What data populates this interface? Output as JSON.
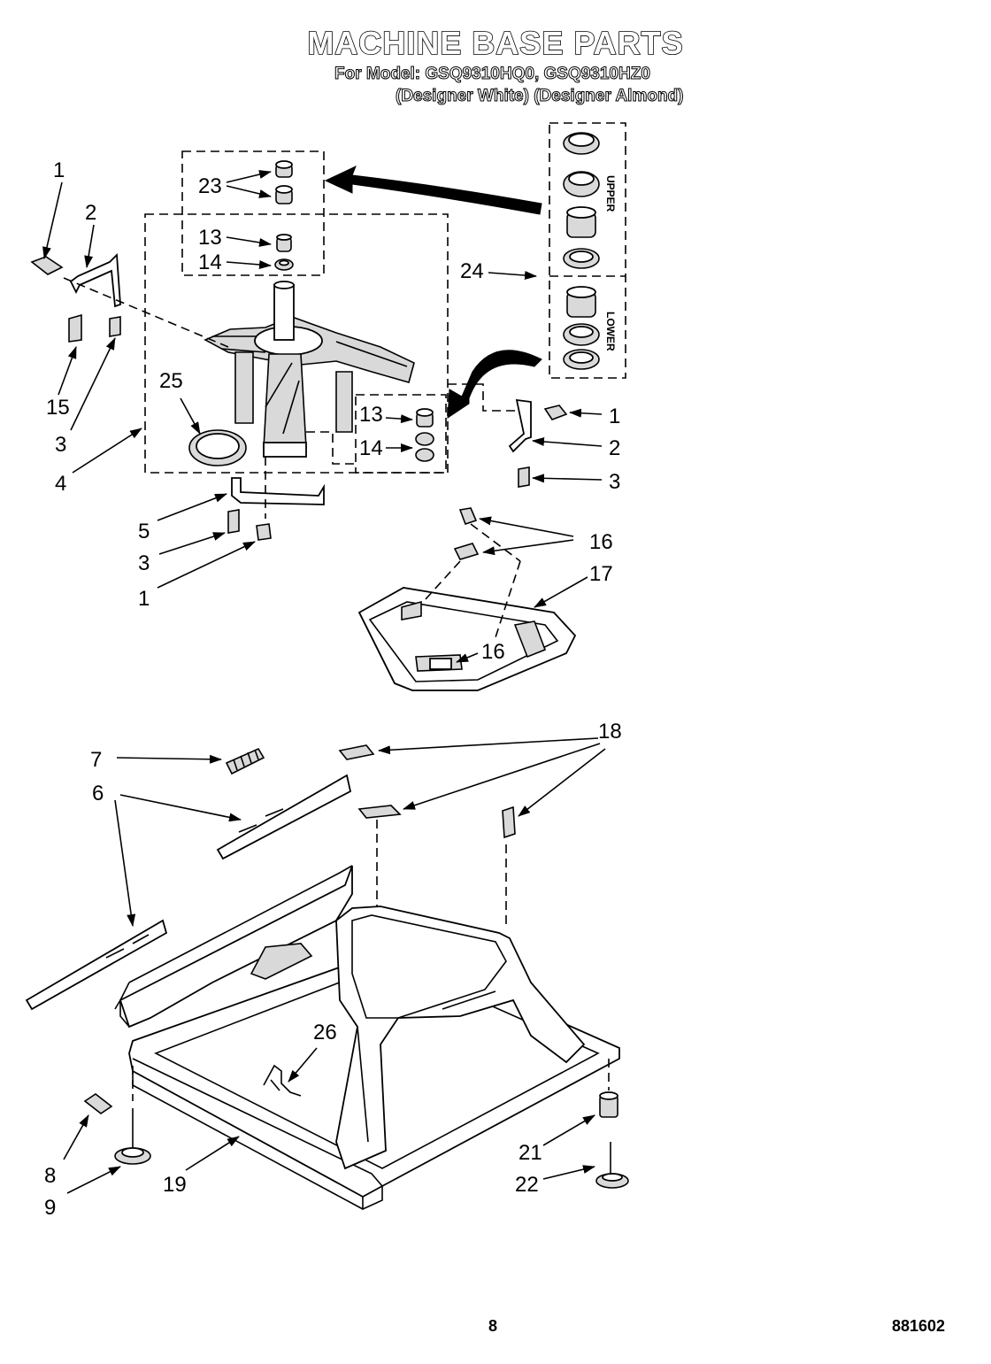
{
  "header": {
    "title": "MACHINE BASE PARTS",
    "model_line": "For Model: GSQ9310HQ0, GSQ9310HZ0",
    "variants_line": "(Designer White) (Designer Almond)"
  },
  "kit_labels": {
    "upper": "UPPER",
    "lower": "LOWER"
  },
  "callouts": {
    "c1a": "1",
    "c2a": "2",
    "c15": "15",
    "c3a": "3",
    "c4": "4",
    "c23": "23",
    "c13a": "13",
    "c14a": "14",
    "c25": "25",
    "c24": "24",
    "c13b": "13",
    "c14b": "14",
    "c1b": "1",
    "c2b": "2",
    "c3b": "3",
    "c5": "5",
    "c3c": "3",
    "c1c": "1",
    "c16a": "16",
    "c17": "17",
    "c16b": "16",
    "c7": "7",
    "c6": "6",
    "c18": "18",
    "c26": "26",
    "c8": "8",
    "c9": "9",
    "c19": "19",
    "c21": "21",
    "c22": "22"
  },
  "footer": {
    "page_number": "8",
    "document_number": "881602"
  }
}
